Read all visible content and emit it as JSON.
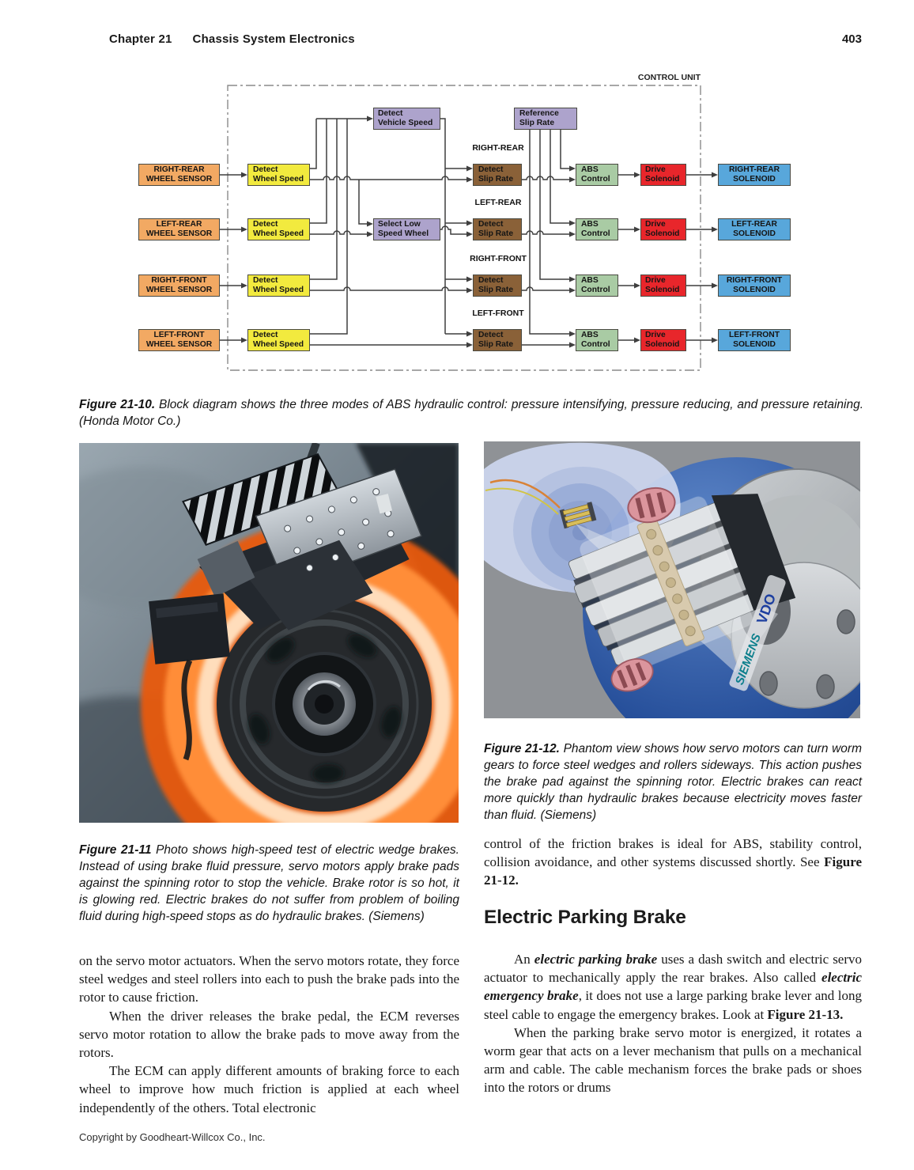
{
  "page": {
    "header": {
      "chapter": "Chapter 21",
      "title": "Chassis System Electronics",
      "page_number": "403"
    },
    "footer": "Copyright by Goodheart-Willcox Co., Inc."
  },
  "diagram": {
    "control_unit_label": "CONTROL UNIT",
    "sensors": [
      "RIGHT-REAR\nWHEEL SENSOR",
      "LEFT-REAR\nWHEEL SENSOR",
      "RIGHT-FRONT\nWHEEL SENSOR",
      "LEFT-FRONT\nWHEEL SENSOR"
    ],
    "boxes": {
      "detect_wheel_speed": "Detect\nWheel Speed",
      "detect_vehicle_speed": "Detect\nVehicle Speed",
      "select_low_speed_wheel": "Select Low\nSpeed Wheel",
      "reference_slip_rate": "Reference\nSlip Rate",
      "detect_slip_rate": "Detect\nSlip Rate",
      "abs_control": "ABS\nControl",
      "drive_solenoid": "Drive\nSolenoid"
    },
    "row_labels": [
      "RIGHT-REAR",
      "LEFT-REAR",
      "RIGHT-FRONT",
      "LEFT-FRONT"
    ],
    "solenoids": [
      "RIGHT-REAR\nSOLENOID",
      "LEFT-REAR\nSOLENOID",
      "RIGHT-FRONT\nSOLENOID",
      "LEFT-FRONT\nSOLENOID"
    ],
    "colors": {
      "wheel_sensor": "#f2a963",
      "wheel_speed": "#f2ea3e",
      "processing": "#ada3cc",
      "slip_rate": "#8a6138",
      "abs_control": "#a9cba4",
      "drive_solenoid": "#e8262b",
      "solenoid": "#58a7db",
      "wire": "#3f3f3f"
    }
  },
  "captions": {
    "fig10": {
      "label": "Figure 21-10.",
      "text": " Block diagram shows the three modes of ABS hydraulic control: pressure intensifying, pressure reducing, and pressure retaining. (Honda Motor Co.)"
    },
    "fig11": {
      "label": "Figure 21-11",
      "text": " Photo shows high-speed test of electric wedge brakes. Instead of using brake fluid pressure, servo motors apply brake pads against the spinning rotor to stop the vehicle. Brake rotor is so hot, it is glowing red. Electric brakes do not suffer from problem of boiling fluid during high-speed stops as do hydraulic brakes. (Siemens)"
    },
    "fig12": {
      "label": "Figure 21-12.",
      "text": " Phantom view shows how servo motors can turn worm gears to force steel wedges and rollers sideways. This action pushes the brake pad against the spinning rotor. Electric brakes can react more quickly than hydraulic brakes because electricity moves faster than fluid. (Siemens)"
    }
  },
  "body": {
    "heading": "Electric Parking Brake",
    "left_paragraphs": [
      [
        {
          "text": "on the servo motor actuators. When the servo motors rotate, they force steel wedges and steel rollers into each to push the brake pads into the rotor to cause friction.",
          "style": ""
        }
      ],
      [
        {
          "text": "When the driver releases the brake pedal, the ECM reverses servo motor rotation to allow the brake pads to move away from the rotors.",
          "style": ""
        }
      ],
      [
        {
          "text": "The ECM can apply different amounts of braking force to each wheel to improve how much friction is applied at each wheel independently of the others. Total electronic",
          "style": ""
        }
      ]
    ],
    "right_intro": [
      {
        "text": "control of the friction brakes is ideal for ABS, stability control, collision avoidance, and other systems discussed shortly. See ",
        "style": ""
      },
      {
        "text": "Figure 21-12.",
        "style": "b"
      }
    ],
    "right_paragraphs": [
      [
        {
          "text": "An ",
          "style": ""
        },
        {
          "text": "electric parking brake",
          "style": "bi"
        },
        {
          "text": " uses a dash switch and electric servo actuator to mechanically apply the rear brakes. Also called ",
          "style": ""
        },
        {
          "text": "electric emergency brake",
          "style": "bi"
        },
        {
          "text": ", it does not use a large parking brake lever and long steel cable to engage the emergency brakes. Look at ",
          "style": ""
        },
        {
          "text": "Figure 21-13.",
          "style": "b"
        }
      ],
      [
        {
          "text": "When the parking brake servo motor is energized, it rotates a worm gear that acts on a lever mechanism that pulls on a mechanical arm and cable. The cable mechanism forces the brake pads or shoes into the rotors or drums",
          "style": ""
        }
      ]
    ]
  },
  "figure12": {
    "brand_siemens": "SIEMENS",
    "brand_vdo": "VDO"
  }
}
